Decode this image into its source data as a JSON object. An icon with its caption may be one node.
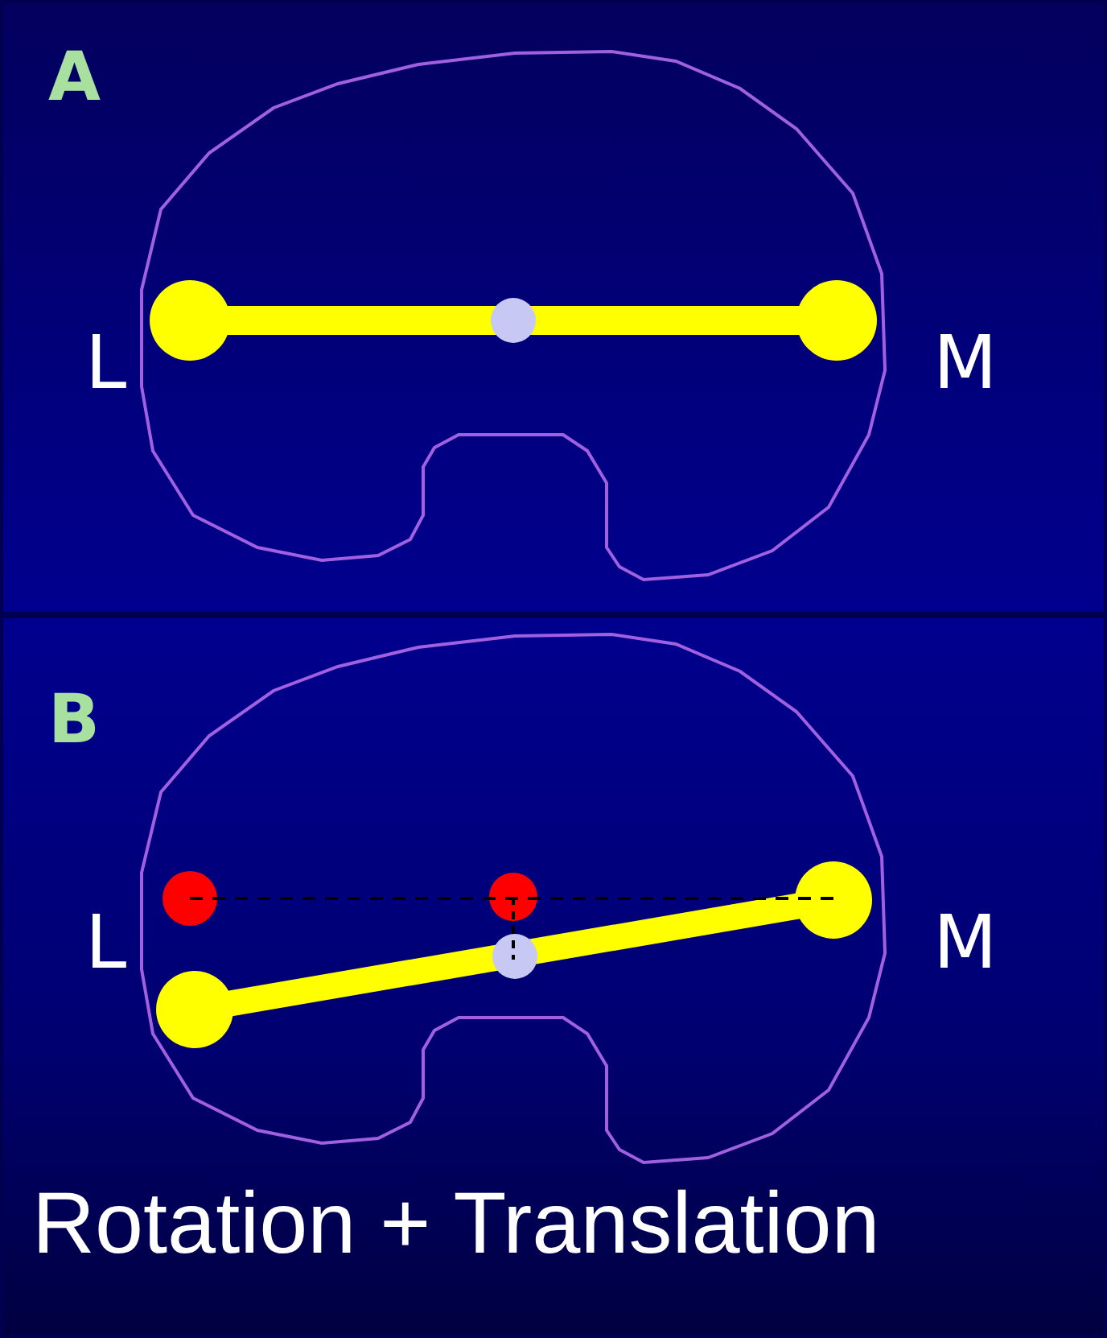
{
  "diagram": {
    "labels": [
      "A",
      "L",
      "M",
      "B",
      "L",
      "M",
      "Rotation + Translation"
    ]
  }
}
